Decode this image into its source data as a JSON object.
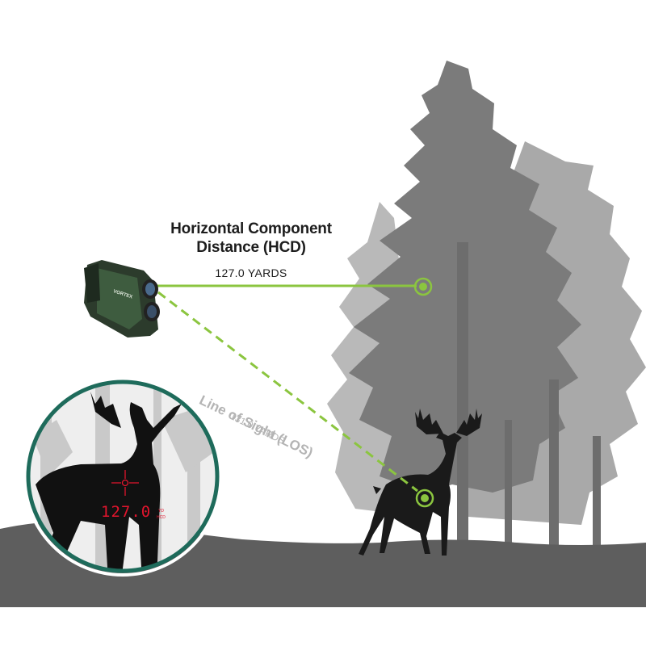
{
  "diagram": {
    "hcd": {
      "title_line1": "Horizontal Component",
      "title_line2": "Distance (HCD)",
      "value": "127.0 YARDS"
    },
    "los": {
      "title": "Line of Sight (LOS)",
      "value": "131.0 YARDS"
    },
    "device": {
      "brand": "VORTEX"
    },
    "scope_view": {
      "readout": "127.0",
      "unit_top": "YD",
      "unit_bottom": "HCD"
    },
    "colors": {
      "accent_green": "#8bc53f",
      "scope_ring": "#1e6b5b",
      "readout_red": "#e2152d",
      "ground": "#5e5e5e",
      "tree_dark": "#727272",
      "tree_light": "#a6a6a6"
    }
  }
}
